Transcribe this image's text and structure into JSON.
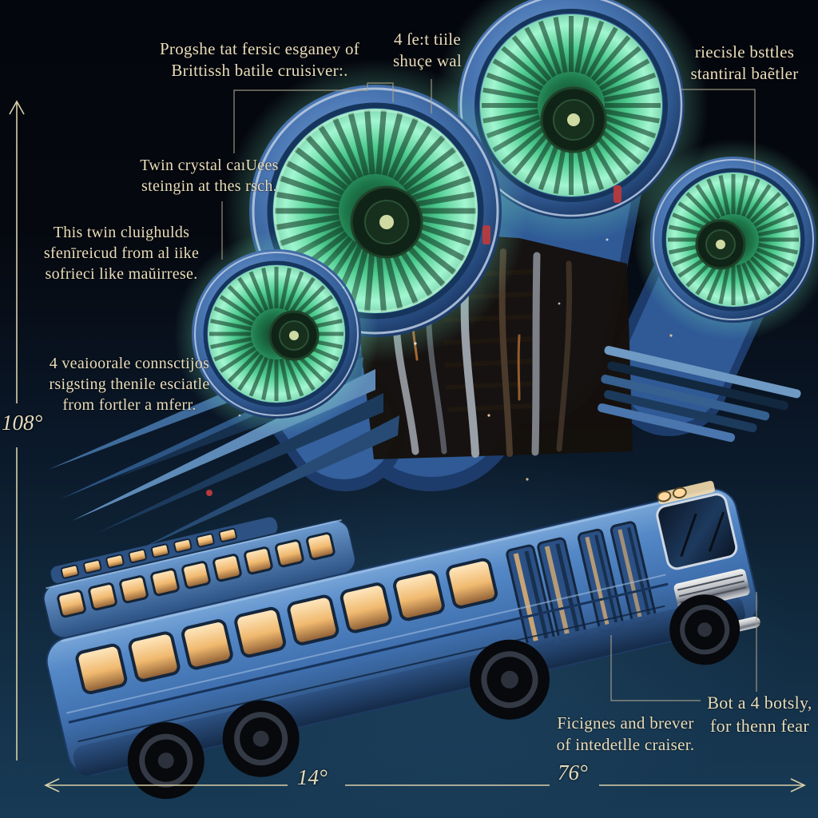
{
  "annotations": {
    "top_left": {
      "text": "Progshe tat fersic esganey of\nBrittissh batile cruisiver:."
    },
    "top_middle": {
      "text": "4 ſe:t tiile\nshuçe wal"
    },
    "top_right": {
      "text": "riecisle bsttles\nstantiral baẽtler"
    },
    "left_crystal": {
      "text": "Twin crystal caıUees\nsteingin at thes rsch."
    },
    "left_hulls": {
      "text": "This twin cluighulds\nsfenīreicud from al iike\nsofrieci like maŭirrese."
    },
    "left_connections": {
      "text": "4 veaioorale connsctijos\nrsigsting thenile esciatle\nfrom fortler a mferr."
    },
    "bottom_figures": {
      "text": "Ficignes and brever\nof intedetlle craiser."
    },
    "bottom_bot": {
      "text": "Bot a 4 botsly,\nfor thenn fear"
    }
  },
  "dimensions": {
    "height_left": "108°",
    "width_left": "14°",
    "width_right": "76°"
  },
  "colors": {
    "background_top": "#05070f",
    "background_bottom": "#183a54",
    "annotation_text": "#e9ddbb",
    "dimension_line": "#d9cfa8",
    "callout_line": "#a9a28c",
    "bus_blue": "#4679bd",
    "engine_glow_mint": "#7df2c4",
    "engine_hub_green": "#16301d",
    "window_glow": "#f3c98a"
  },
  "subject": {
    "description": "Futuristic blue battle-cruiser bus with four green glowing turbine engines",
    "engine_count": 4
  }
}
